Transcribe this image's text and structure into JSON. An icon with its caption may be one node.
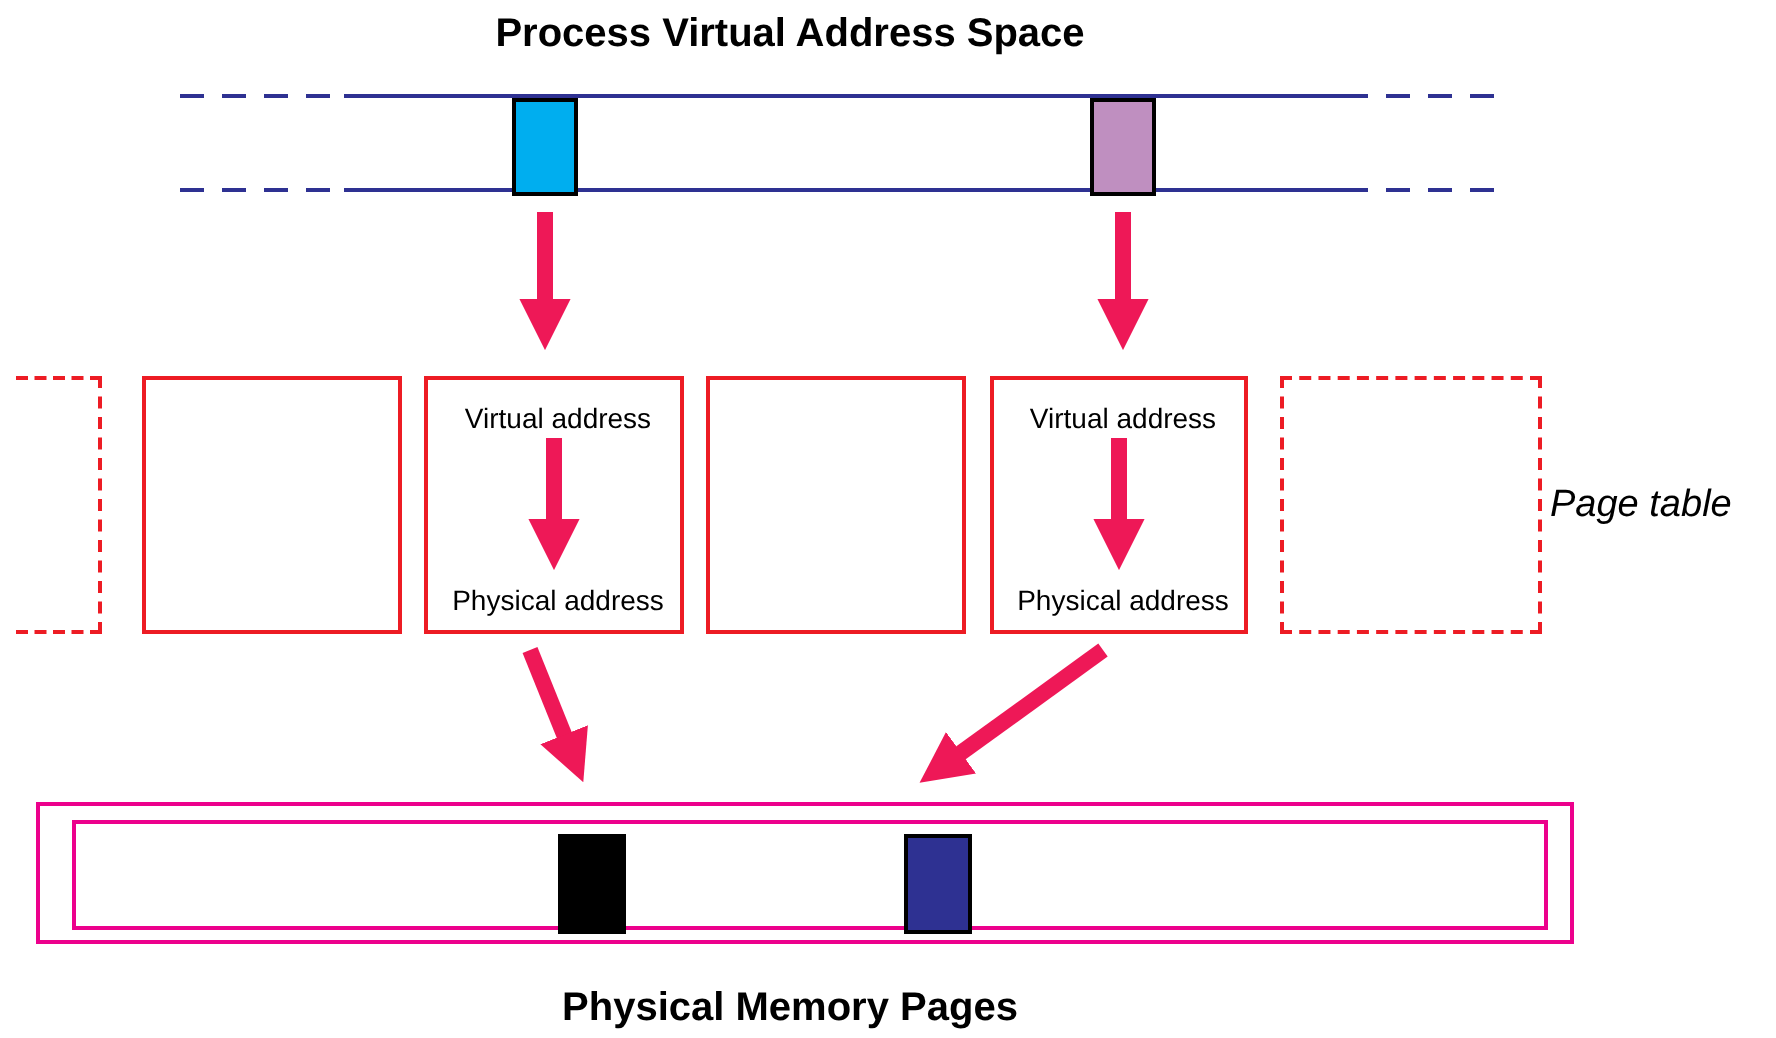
{
  "diagram": {
    "nodes": [
      {
        "text": [
          "Process Virtual Address Space"
        ]
      },
      {
        "text": [],
        "shape": "box",
        "in": 0
      },
      {
        "text": [],
        "shape": "box",
        "in": 0
      },
      {
        "text": [],
        "shape": "box"
      },
      {
        "text": [],
        "shape": "box"
      },
      {
        "text": [],
        "shape": "box"
      },
      {
        "text": [
          "Virtual address"
        ],
        "in": 5
      },
      {
        "text": [
          "Physical address"
        ],
        "in": 5
      },
      {
        "text": [],
        "shape": "box"
      },
      {
        "text": [],
        "shape": "box"
      },
      {
        "text": [
          "Virtual address"
        ],
        "in": 9
      },
      {
        "text": [
          "Physical address"
        ],
        "in": 9
      },
      {
        "text": [],
        "shape": "box"
      },
      {
        "text": [
          "Physical Memory Pages"
        ]
      },
      {
        "text": [],
        "shape": "box",
        "in": 13
      },
      {
        "text": [],
        "shape": "box",
        "in": 14
      },
      {
        "text": [],
        "shape": "box",
        "in": 14
      }
    ],
    "edges": [
      {
        "from": 1,
        "to": 5,
        "arrow": "to"
      },
      {
        "from": 2,
        "to": 9,
        "arrow": "to"
      },
      {
        "from": 6,
        "to": 7,
        "arrow": "to"
      },
      {
        "from": 10,
        "to": 11,
        "arrow": "to"
      },
      {
        "from": 5,
        "to": 15,
        "arrow": "to"
      },
      {
        "from": 9,
        "to": 16,
        "arrow": "to"
      }
    ],
    "labels": [
      "Page table"
    ]
  }
}
